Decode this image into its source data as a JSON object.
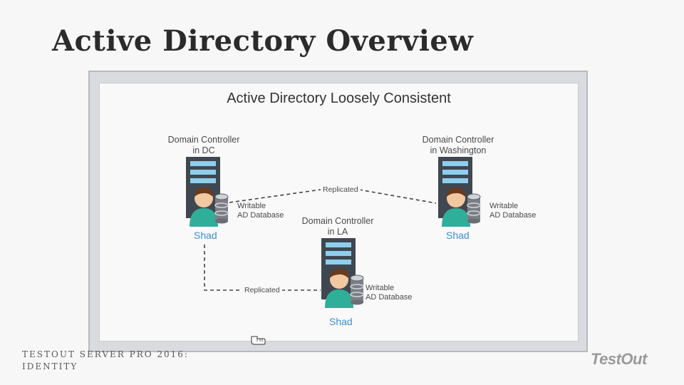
{
  "slide": {
    "title": "Active Directory Overview",
    "footer_line1": "TESTOUT SERVER PRO 2016:",
    "footer_line2": "IDENTITY",
    "logo": "TestOut"
  },
  "diagram": {
    "title": "Active Directory Loosely Consistent",
    "nodes": [
      {
        "dc_line1": "Domain Controller",
        "dc_line2": "in DC",
        "db_line1": "Writable",
        "db_line2": "AD Database",
        "user": "Shad"
      },
      {
        "dc_line1": "Domain Controller",
        "dc_line2": "in Washington",
        "db_line1": "Writable",
        "db_line2": "AD Database",
        "user": "Shad"
      },
      {
        "dc_line1": "Domain Controller",
        "dc_line2": "in LA",
        "db_line1": "Writable",
        "db_line2": "AD Database",
        "user": "Shad"
      }
    ],
    "links": [
      {
        "label": "Replicated"
      },
      {
        "label": "Replicated"
      }
    ],
    "colors": {
      "server": "#3f4750",
      "server_slot": "#8ecfee",
      "user_shirt": "#2fae9a",
      "user_skin": "#f2c8a0",
      "user_hair": "#6b3a1e",
      "user_label": "#3b8ed0"
    },
    "icons": [
      "server-icon",
      "user-icon",
      "database-icon"
    ]
  }
}
